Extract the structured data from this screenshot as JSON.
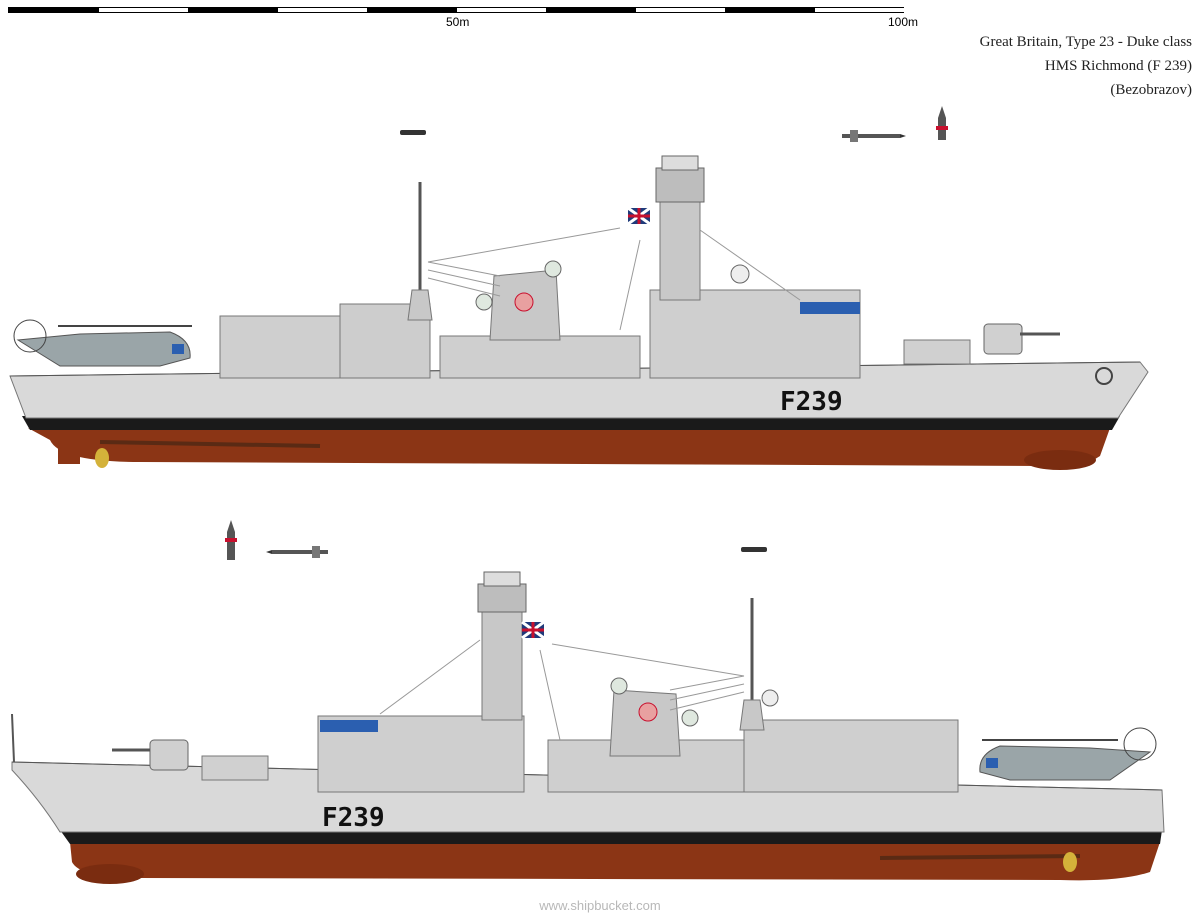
{
  "scale": {
    "mid_label": "50m",
    "end_label": "100m"
  },
  "caption": {
    "line1": "Great Britain, Type 23 - Duke class",
    "line2": "HMS Richmond (F 239)",
    "line3": "(Bezobrazov)"
  },
  "ships": {
    "hull_number": "F239"
  },
  "footer": {
    "credit": "www.shipbucket.com"
  },
  "colors": {
    "hull_grey": "#d9d9d9",
    "superstructure_grey": "#cfcfcf",
    "antifouling_red": "#8b3515",
    "boot_top_black": "#1a1a1a",
    "ensign_red": "#c8102e",
    "window_blue": "#2b5fb0"
  }
}
